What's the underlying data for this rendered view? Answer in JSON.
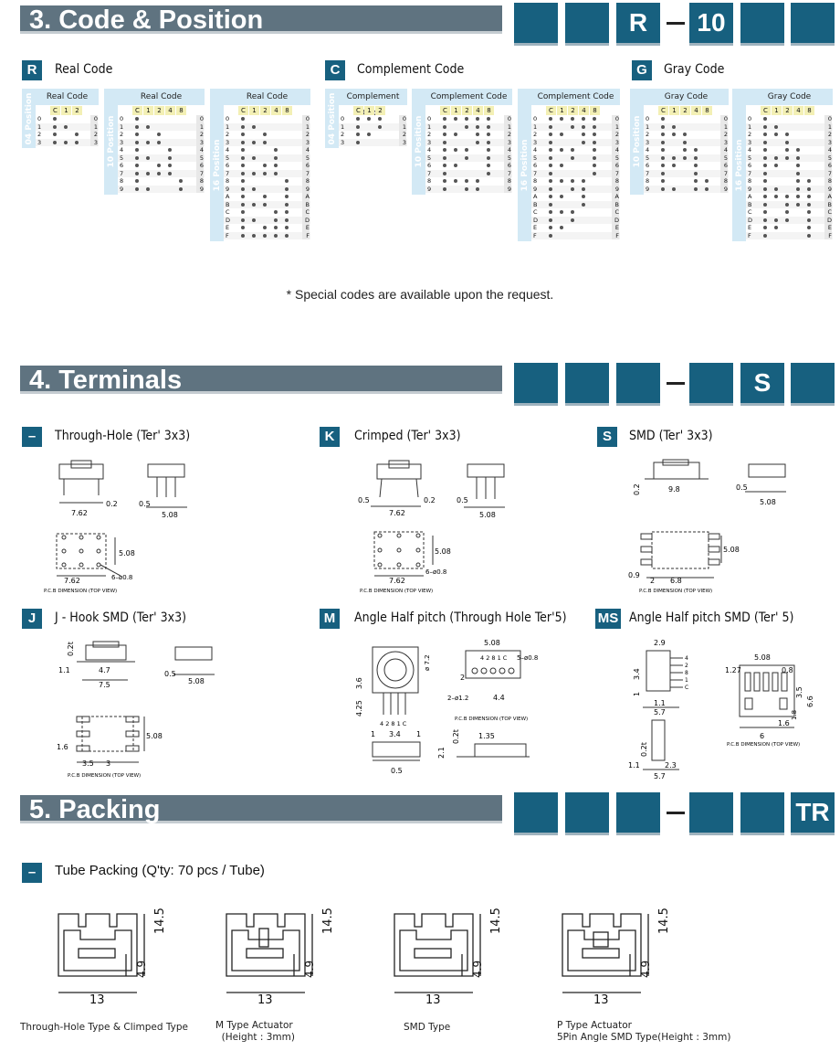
{
  "sections": {
    "code": {
      "title": "3. Code & Position",
      "boxes": [
        "",
        "",
        "R",
        "10",
        "",
        ""
      ]
    },
    "terminals": {
      "title": "4. Terminals",
      "boxes": [
        "",
        "",
        "",
        "",
        "S",
        ""
      ]
    },
    "packing": {
      "title": "5. Packing",
      "boxes": [
        "",
        "",
        "",
        "",
        "",
        "TR"
      ]
    }
  },
  "code_types": [
    {
      "badge": "R",
      "label": "Real Code",
      "table_title": "Real Code"
    },
    {
      "badge": "C",
      "label": "Complement Code",
      "table_title": "Complement Code"
    },
    {
      "badge": "G",
      "label": "Gray Code",
      "table_title": "Gray Code"
    }
  ],
  "position_labels": [
    "04 Position",
    "10 Position",
    "16 Position"
  ],
  "code_columns": {
    "p4": [
      "C",
      "1",
      "2"
    ],
    "p10": [
      "C",
      "1",
      "2",
      "4",
      "8"
    ]
  },
  "row_values": [
    "0",
    "1",
    "2",
    "3",
    "4",
    "5",
    "6",
    "7",
    "8",
    "9",
    "A",
    "B",
    "C",
    "D",
    "E",
    "F"
  ],
  "special_note": "* Special codes are available upon the request.",
  "terminals": [
    {
      "badge": "–",
      "label": "Through-Hole (Ter' 3x3)",
      "dims": [
        "7.62",
        "0.2",
        "0.5",
        "5.08",
        "5.08",
        "7.62",
        "6–ø0.8"
      ],
      "pcb": "P.C.B DIMENSION (TOP VIEW)"
    },
    {
      "badge": "K",
      "label": "Crimped (Ter' 3x3)",
      "dims": [
        "0.5",
        "7.62",
        "0.2",
        "0.5",
        "5.08",
        "5.08",
        "7.62",
        "6–ø0.8"
      ],
      "pcb": "P.C.B DIMENSION (TOP VIEW)"
    },
    {
      "badge": "S",
      "label": "SMD (Ter' 3x3)",
      "dims": [
        "0.2",
        "9.8",
        "0.5",
        "5.08",
        "5.08",
        "0.9",
        "2",
        "6.8"
      ],
      "pcb": "P.C.B DIMENSION (TOP VIEW)"
    },
    {
      "badge": "J",
      "label": "J - Hook SMD (Ter' 3x3)",
      "dims": [
        "0.2t",
        "1.1",
        "4.7",
        "7.5",
        "0.5",
        "5.08",
        "5.08",
        "1.6",
        "3.5",
        "3"
      ],
      "pcb": "P.C.B DIMENSION (TOP VIEW)"
    },
    {
      "badge": "M",
      "label": "Angle Half pitch (Through Hole Ter'5)",
      "dims": [
        "3.6",
        "4.25",
        "ø 7.2",
        "4 2 8 1 C",
        "5.08",
        "4 2 8 1 C",
        "5–ø0.8",
        "2",
        "2–ø1.2",
        "4.4",
        "1",
        "3.4",
        "1",
        "0.5",
        "1.35",
        "0.2t",
        "2.1"
      ],
      "pcb": "P.C.B DIMENSION (TOP VIEW)"
    },
    {
      "badge": "MS",
      "label": "Angle Half pitch SMD (Ter' 5)",
      "dims": [
        "2.9",
        "3.4",
        "1",
        "1.1",
        "5.7",
        "0.2t",
        "1.1",
        "2.3",
        "5.7",
        "5.08",
        "1.27",
        "0.8",
        "3.5",
        "6.6",
        "1.8",
        "1.6",
        "6",
        "4",
        "2",
        "8",
        "1",
        "C"
      ],
      "pcb": "P.C.B DIMENSION (TOP VIEW)"
    }
  ],
  "packing": {
    "badge": "–",
    "label": "Tube Packing (Q'ty: 70 pcs / Tube)",
    "tube_dims": {
      "height": "14.5",
      "inner": "4.9",
      "width": "13"
    },
    "types": [
      "Through-Hole Type & Climped Type",
      "M Type Actuator\n  (Height : 3mm)",
      "SMD Type",
      "P Type Actuator\n5Pin Angle SMD Type(Height : 3mm)"
    ]
  },
  "colors": {
    "bar": "#5f7380",
    "box": "#17607f",
    "table_head": "#d3e9f5",
    "col_head": "#f3f0b5"
  }
}
